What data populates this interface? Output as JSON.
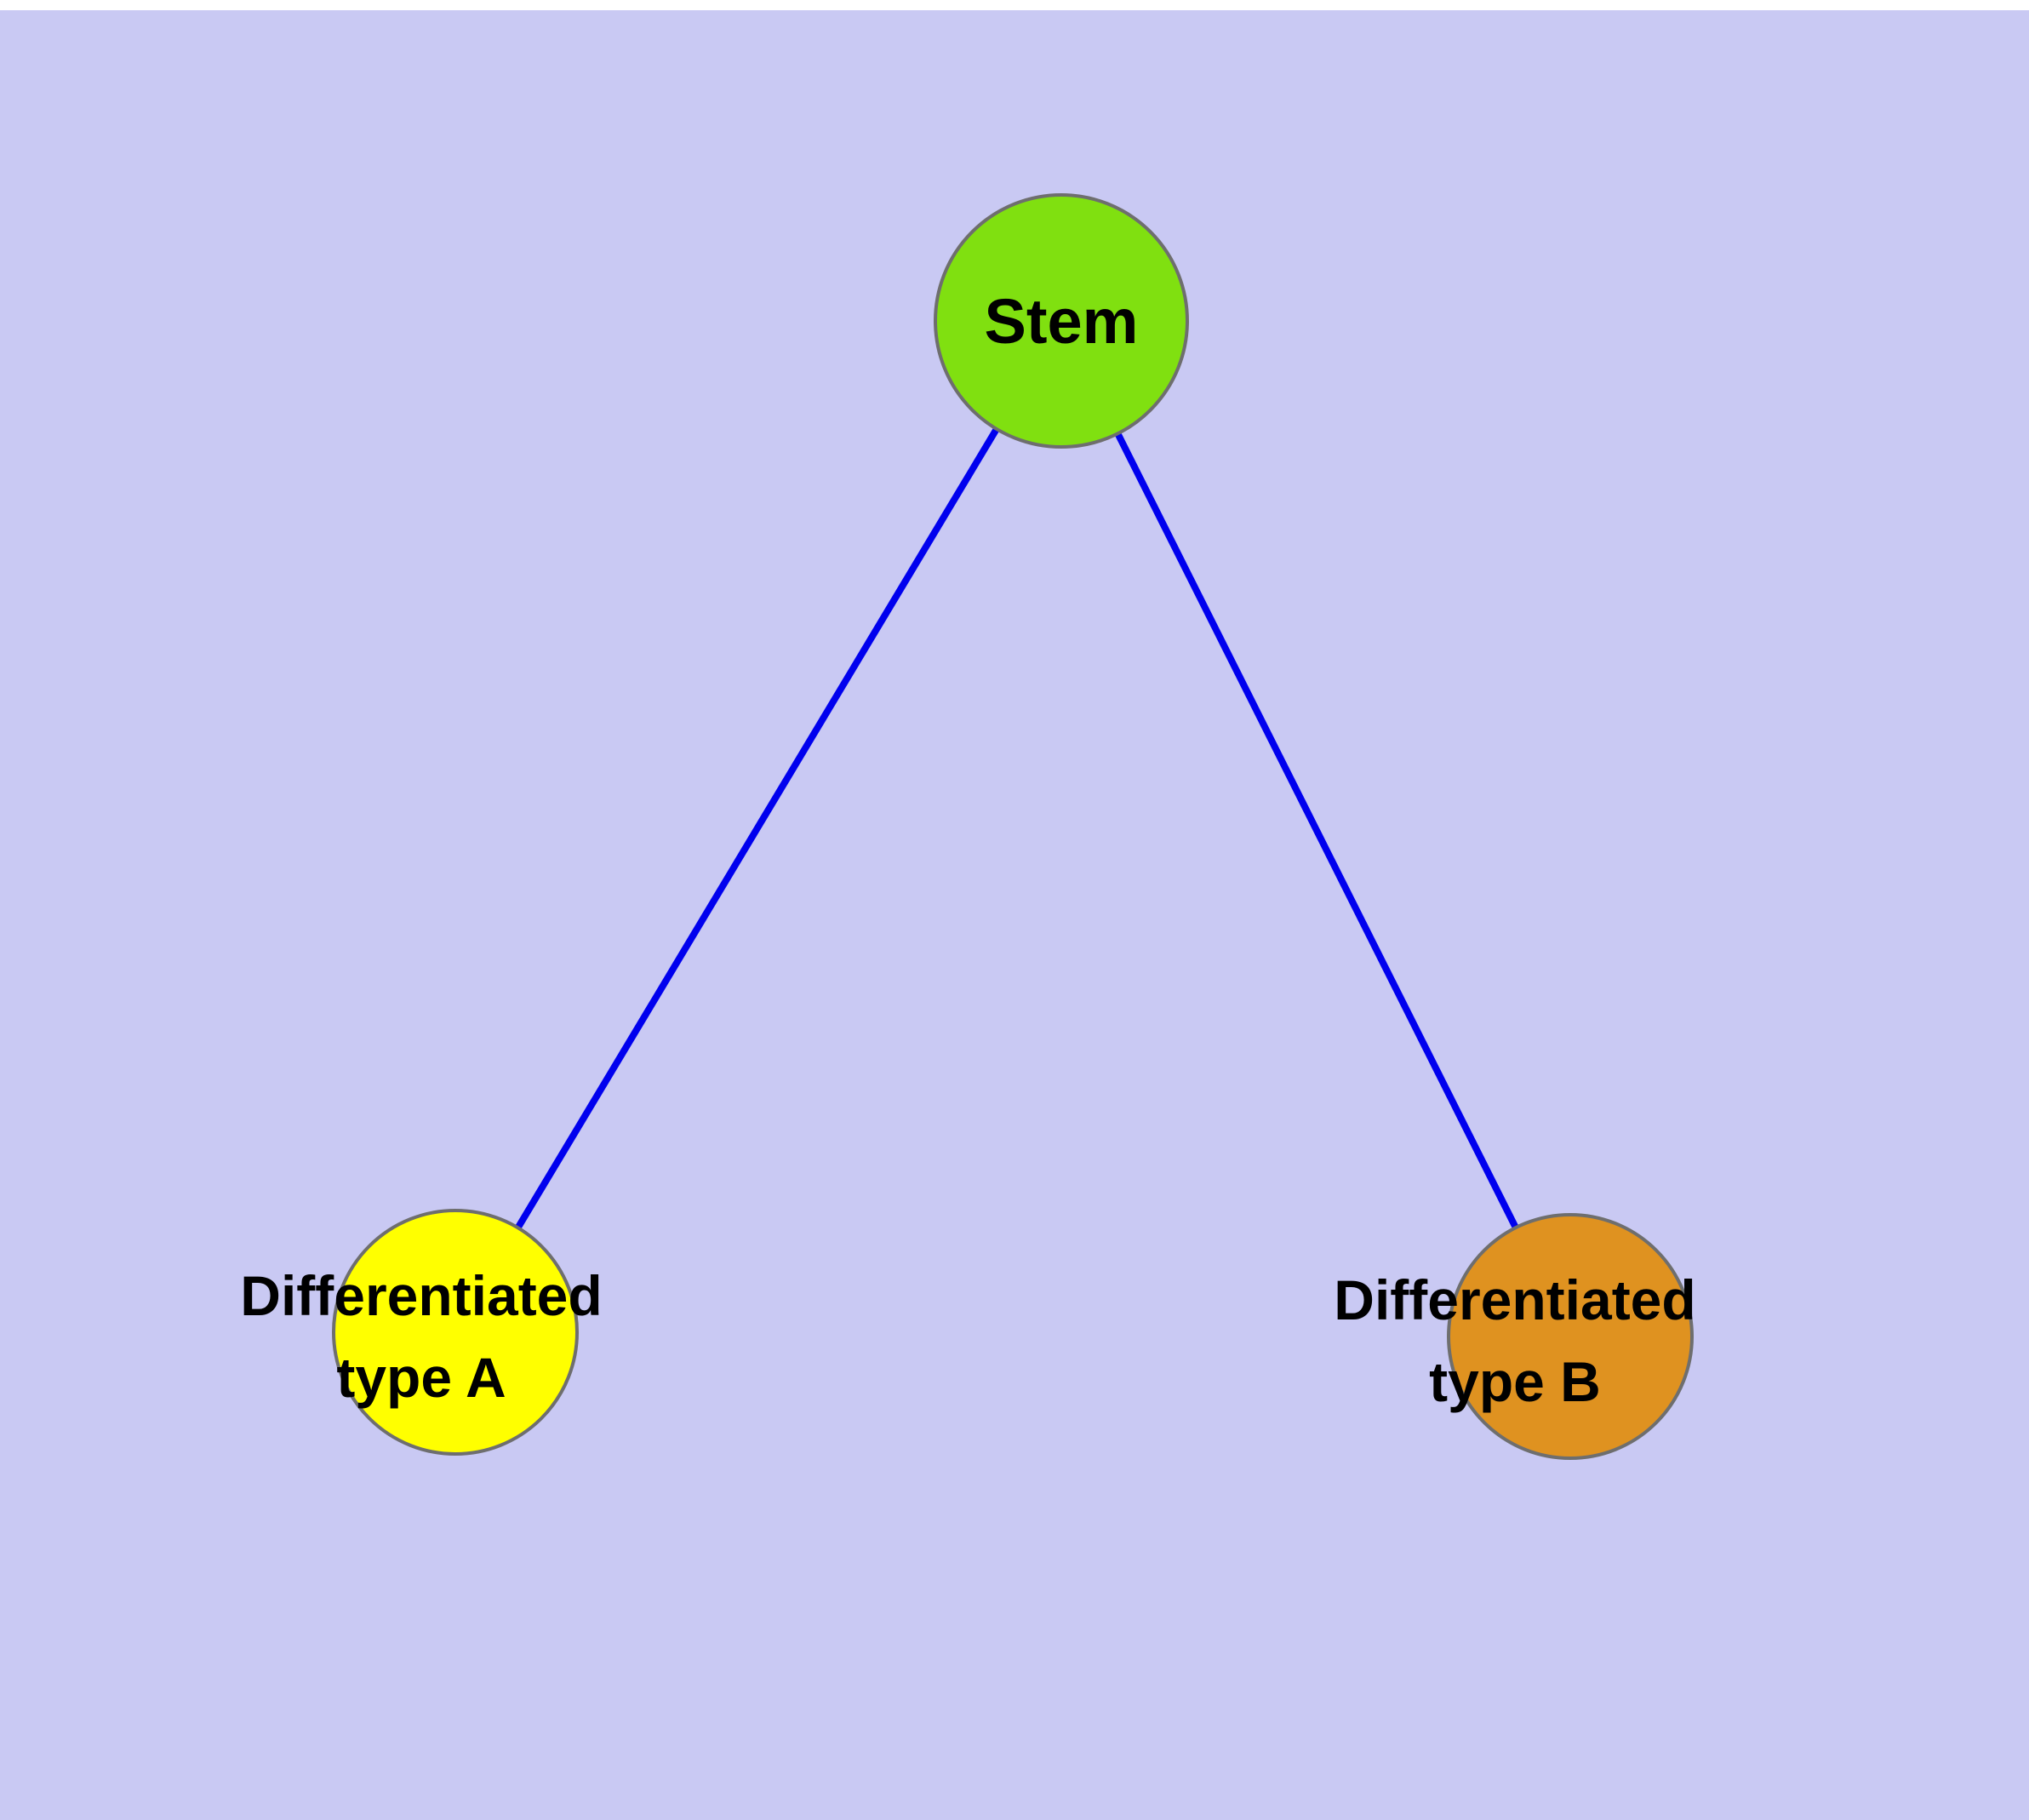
{
  "diagram": {
    "background_color": "#c9c9f3",
    "edge_color": "#0000ee",
    "node_border_color": "#6e6e6e",
    "nodes": [
      {
        "id": "stem",
        "label_lines": [
          "Stem"
        ],
        "fill": "#80e010"
      },
      {
        "id": "type-a",
        "label_lines": [
          "Differentiated",
          "type A"
        ],
        "fill": "#ffff00"
      },
      {
        "id": "type-b",
        "label_lines": [
          "Differentiated",
          "type B"
        ],
        "fill": "#df9220"
      }
    ],
    "edges": [
      {
        "from": "stem",
        "to": "type-a"
      },
      {
        "from": "stem",
        "to": "type-b"
      }
    ]
  }
}
